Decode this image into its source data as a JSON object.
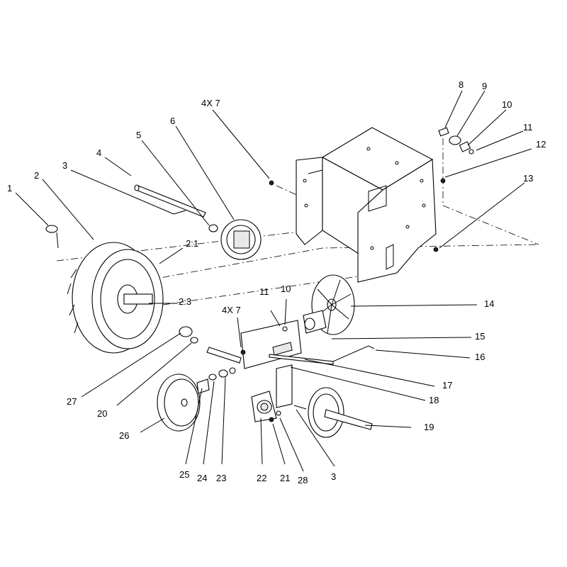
{
  "diagram": {
    "callouts": [
      {
        "id": "c1",
        "text": "1"
      },
      {
        "id": "c2",
        "text": "2"
      },
      {
        "id": "c3a",
        "text": "3"
      },
      {
        "id": "c4",
        "text": "4"
      },
      {
        "id": "c5",
        "text": "5"
      },
      {
        "id": "c6",
        "text": "6"
      },
      {
        "id": "c4x7a",
        "text": "4X 7"
      },
      {
        "id": "c8",
        "text": "8"
      },
      {
        "id": "c9",
        "text": "9"
      },
      {
        "id": "c10a",
        "text": "10"
      },
      {
        "id": "c11a",
        "text": "11"
      },
      {
        "id": "c12",
        "text": "12"
      },
      {
        "id": "c13",
        "text": "13"
      },
      {
        "id": "c21_2",
        "text": "2:1"
      },
      {
        "id": "c23_2",
        "text": "2:3"
      },
      {
        "id": "c11b",
        "text": "11"
      },
      {
        "id": "c10b",
        "text": "10"
      },
      {
        "id": "c4x7b",
        "text": "4X 7"
      },
      {
        "id": "c14",
        "text": "14"
      },
      {
        "id": "c15",
        "text": "15"
      },
      {
        "id": "c16",
        "text": "16"
      },
      {
        "id": "c17",
        "text": "17"
      },
      {
        "id": "c18",
        "text": "18"
      },
      {
        "id": "c19",
        "text": "19"
      },
      {
        "id": "c27",
        "text": "27"
      },
      {
        "id": "c20",
        "text": "20"
      },
      {
        "id": "c26",
        "text": "26"
      },
      {
        "id": "c25",
        "text": "25"
      },
      {
        "id": "c24",
        "text": "24"
      },
      {
        "id": "c23",
        "text": "23"
      },
      {
        "id": "c22",
        "text": "22"
      },
      {
        "id": "c21",
        "text": "21"
      },
      {
        "id": "c28",
        "text": "28"
      },
      {
        "id": "c3b",
        "text": "3"
      }
    ]
  }
}
